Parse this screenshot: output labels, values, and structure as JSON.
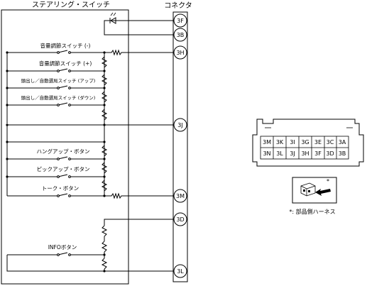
{
  "header": {
    "switch_title": "ステアリング・スイッチ",
    "connector_title": "コネクタ"
  },
  "pins": [
    {
      "id": "3F"
    },
    {
      "id": "3B"
    },
    {
      "id": "3H"
    },
    {
      "id": "3J"
    },
    {
      "id": "3M"
    },
    {
      "id": "3D"
    },
    {
      "id": "3L"
    }
  ],
  "switches": [
    {
      "label": "音量調節スイッチ (-)"
    },
    {
      "label": "音量調節スイッチ (+)"
    },
    {
      "label": "頭出し／自動選局スイッチ (アップ)"
    },
    {
      "label": "頭出し／自動選局スイッチ (ダウン)"
    },
    {
      "label": "ハングアップ・ボタン"
    },
    {
      "label": "ピックアップ・ボタン"
    },
    {
      "label": "トーク・ボタン"
    },
    {
      "label": "INFOボタン"
    }
  ],
  "connector_grid": {
    "row1": [
      "3M",
      "3K",
      "3I",
      "3G",
      "3E",
      "3C",
      "3A"
    ],
    "row2": [
      "3N",
      "3L",
      "3J",
      "3H",
      "3F",
      "3D",
      "3B"
    ]
  },
  "inset": {
    "mark": "*",
    "note": "*: 部品側ハーネス"
  }
}
